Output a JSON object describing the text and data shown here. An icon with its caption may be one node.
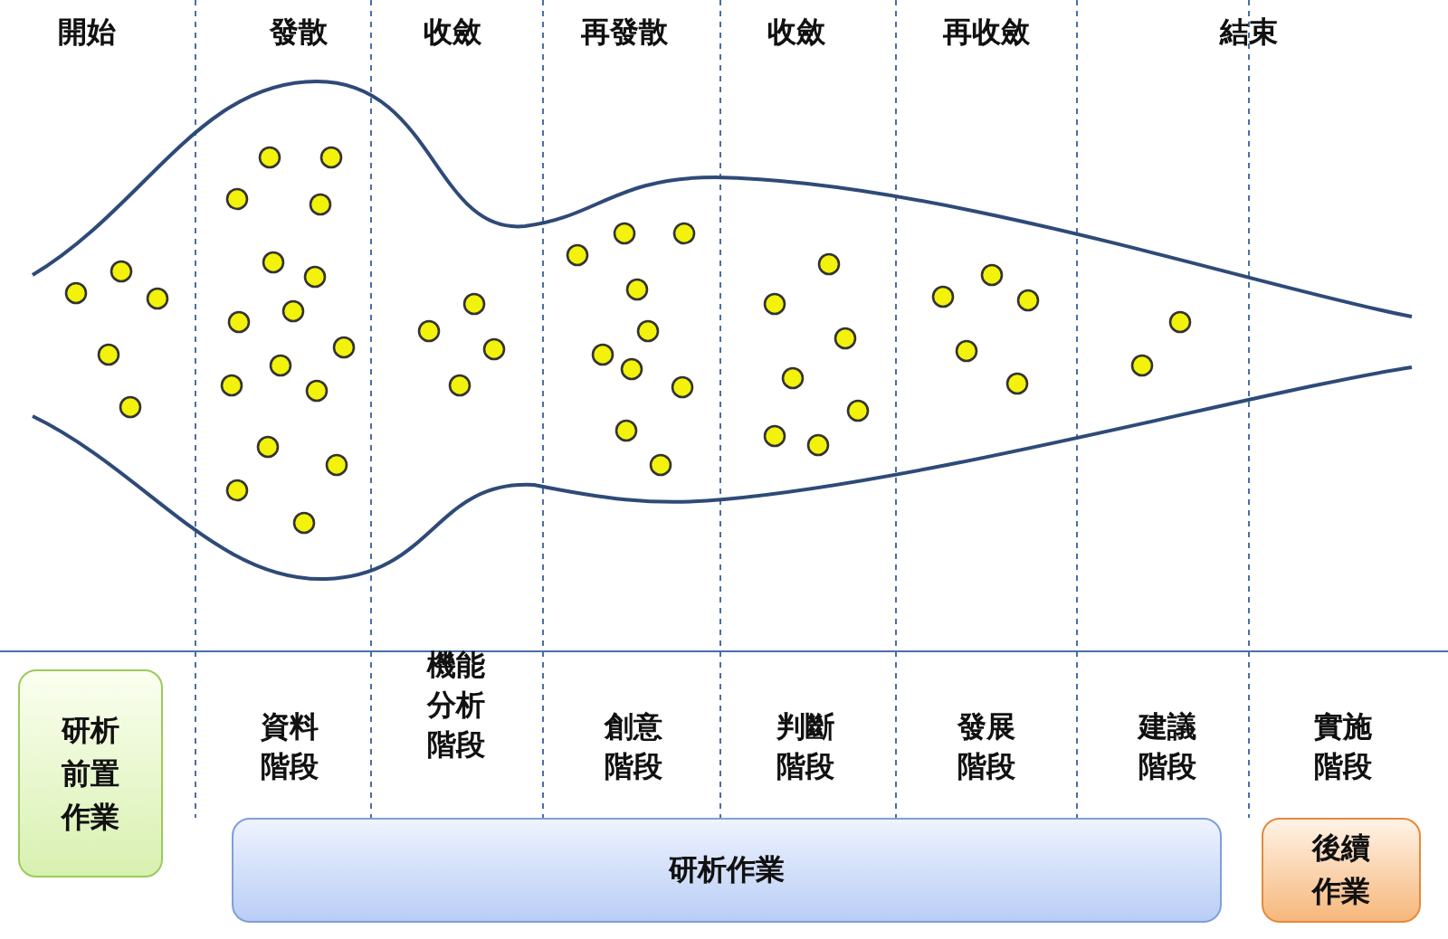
{
  "diagram": {
    "nodes": [
      {
        "text": [
          "研析前置作業"
        ]
      },
      {
        "text": [
          "研析作業"
        ]
      },
      {
        "text": [
          "後續作業"
        ]
      }
    ],
    "labels": [
      "開始",
      "發散",
      "收斂",
      "再發散",
      "收斂",
      "再收斂",
      "結束",
      "資料階段",
      "機能分析階段",
      "創意階段",
      "判斷階段",
      "發展階段",
      "建議階段",
      "實施階段"
    ]
  }
}
